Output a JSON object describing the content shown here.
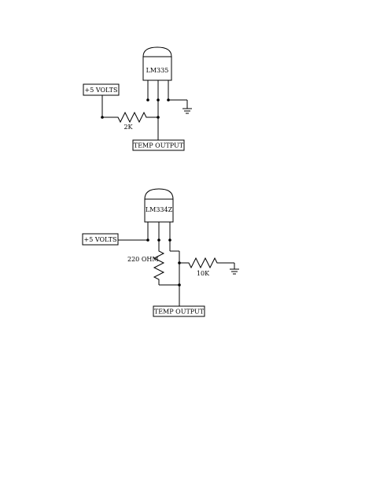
{
  "circuit1": {
    "chip_label": "LM335",
    "supply_label": "+5 VOLTS",
    "resistor_label": "2K",
    "output_label": "TEMP OUTPUT"
  },
  "circuit2": {
    "chip_label": "LM334Z",
    "supply_label": "+5 VOLTS",
    "resistor1_label": "220 OHM",
    "resistor2_label": "10K",
    "output_label": "TEMP OUTPUT"
  }
}
